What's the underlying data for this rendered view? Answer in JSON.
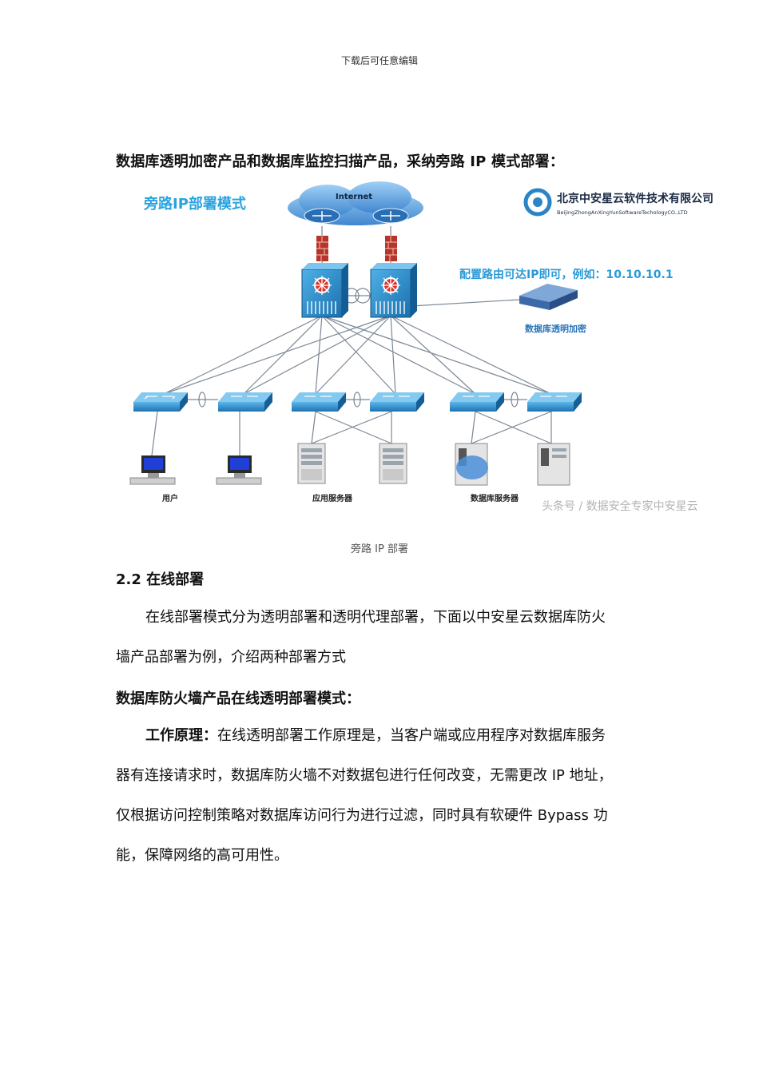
{
  "header": {
    "text": "下载后可任意编辑"
  },
  "heading1": "数据库透明加密产品和数据库监控扫描产品，采纳旁路 IP 模式部署：",
  "figure": {
    "title": "旁路IP部署模式",
    "internet_label": "Internet",
    "company_name": "北京中安星云软件技术有限公司",
    "company_en": "BeijingZhongAnXingYunSoftwareTechologyCO.,LTD",
    "route_note": "配置路由可达IP即可，例如：10.10.10.1",
    "device_label": "数据库透明加密",
    "group_users": "用户",
    "group_app": "应用服务器",
    "group_db": "数据库服务器",
    "watermark": "头条号 / 数据安全专家中安星云",
    "colors": {
      "cloud": "#4a90d9",
      "firewall": "#c0392b",
      "switch": "#1e88c7",
      "title_blue": "#29a3e0"
    }
  },
  "caption": "旁路 IP 部署",
  "section": {
    "title": "2.2 在线部署",
    "para1_line1": "在线部署模式分为透明部署和透明代理部署，下面以中安星云数据库防火",
    "para1_line2": "墙产品部署为例，介绍两种部署方式",
    "subheading": "数据库防火墙产品在线透明部署模式：",
    "principle_label": "工作原理：",
    "principle_line1": "在线透明部署工作原理是，当客户端或应用程序对数据库服务",
    "principle_line2": "器有连接请求时，数据库防火墙不对数据包进行任何改变，无需更改 IP 地址，",
    "principle_line3": "仅根据访问控制策略对数据库访问行为进行过滤，同时具有软硬件 Bypass 功",
    "principle_line4": "能，保障网络的高可用性。"
  }
}
